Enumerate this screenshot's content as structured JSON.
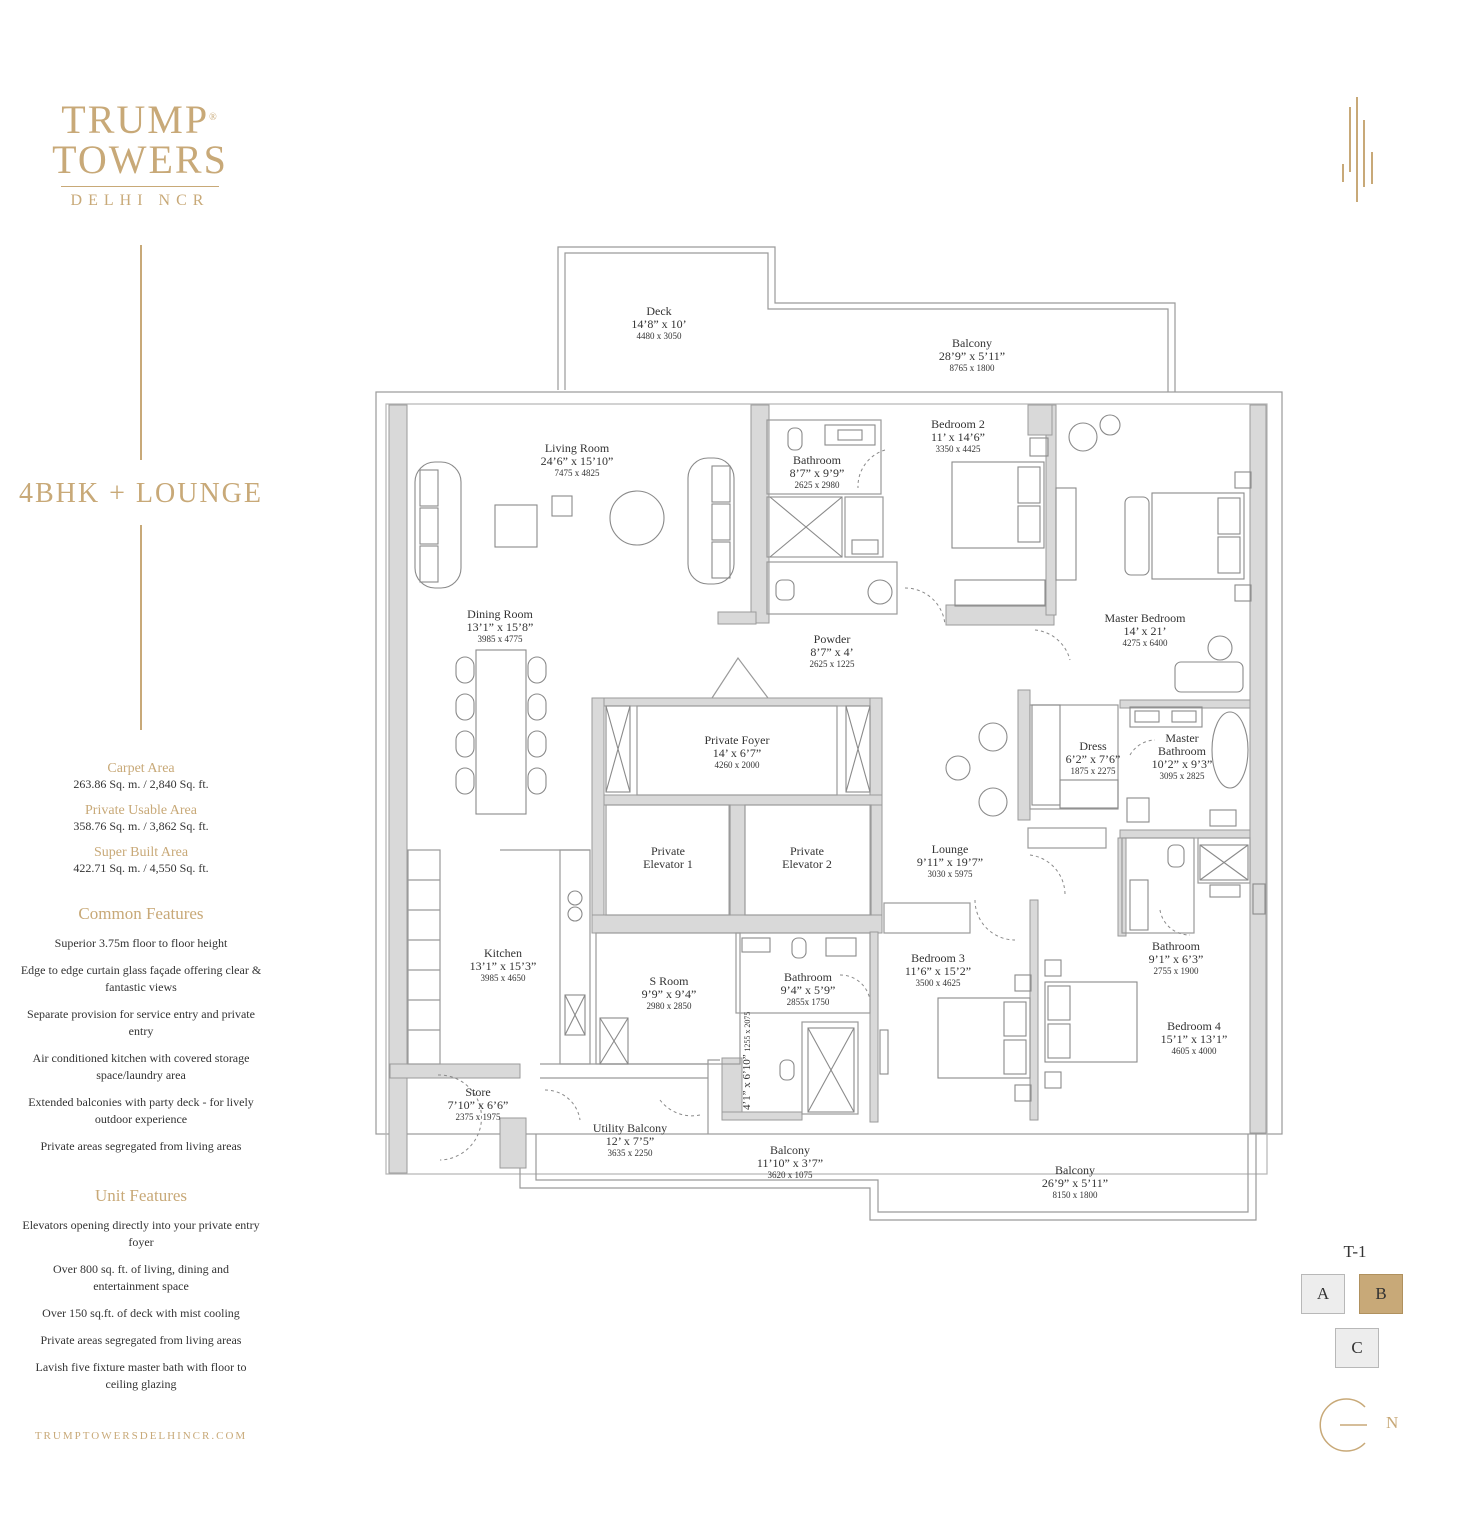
{
  "brand": {
    "line1": "TRUMP",
    "reg": "®",
    "line2": "TOWERS",
    "line3": "DELHI NCR"
  },
  "unit_type": "4BHK + LOUNGE",
  "areas": [
    {
      "label": "Carpet Area",
      "value": "263.86 Sq. m. / 2,840 Sq. ft."
    },
    {
      "label": "Private Usable Area",
      "value": "358.76 Sq. m. / 3,862 Sq. ft."
    },
    {
      "label": "Super Built Area",
      "value": "422.71 Sq. m. / 4,550 Sq. ft."
    }
  ],
  "common_features": {
    "title": "Common Features",
    "items": [
      "Superior 3.75m floor to floor height",
      "Edge to edge curtain glass façade offering clear & fantastic views",
      "Separate provision for service entry and private entry",
      "Air conditioned kitchen with covered storage space/laundry area",
      "Extended balconies with party deck - for lively outdoor experience",
      "Private areas segregated from living areas"
    ]
  },
  "unit_features": {
    "title": "Unit Features",
    "items": [
      "Elevators opening directly into your private entry foyer",
      "Over 800 sq. ft. of living, dining and entertainment space",
      "Over 150 sq.ft. of deck with mist cooling",
      "Private areas segregated from living areas",
      "Lavish five fixture master bath with floor to ceiling glazing"
    ]
  },
  "website": "TRUMPTOWERSDELHINCR.COM",
  "rooms": {
    "deck": {
      "name": "Deck",
      "dim": "14’8” x 10’",
      "mm": "4480 x 3050"
    },
    "balcony_top": {
      "name": "Balcony",
      "dim": "28’9” x 5’11”",
      "mm": "8765 x 1800"
    },
    "living": {
      "name": "Living Room",
      "dim": "24’6” x 15’10”",
      "mm": "7475 x 4825"
    },
    "bathroom_1": {
      "name": "Bathroom",
      "dim": "8’7” x 9’9”",
      "mm": "2625 x 2980"
    },
    "bedroom_2": {
      "name": "Bedroom 2",
      "dim": "11’ x 14’6”",
      "mm": "3350 x 4425"
    },
    "dining": {
      "name": "Dining Room",
      "dim": "13’1” x 15’8”",
      "mm": "3985 x 4775"
    },
    "powder": {
      "name": "Powder",
      "dim": "8’7” x 4’",
      "mm": "2625 x 1225"
    },
    "master_bedroom": {
      "name": "Master Bedroom",
      "dim": "14’ x 21’",
      "mm": "4275 x 6400"
    },
    "foyer": {
      "name": "Private Foyer",
      "dim": "14’ x 6’7”",
      "mm": "4260 x 2000"
    },
    "dress": {
      "name": "Dress",
      "dim": "6’2” x 7’6”",
      "mm": "1875 x 2275"
    },
    "master_bath": {
      "name1": "Master",
      "name2": "Bathroom",
      "dim": "10’2” x 9’3”",
      "mm": "3095 x 2825"
    },
    "elevator_1": {
      "name1": "Private",
      "name2": "Elevator 1"
    },
    "elevator_2": {
      "name1": "Private",
      "name2": "Elevator 2"
    },
    "lounge": {
      "name": "Lounge",
      "dim": "9’11” x 19’7”",
      "mm": "3030 x 5975"
    },
    "bathroom_3": {
      "name": "Bathroom",
      "dim": "9’1” x 6’3”",
      "mm": "2755 x 1900"
    },
    "kitchen": {
      "name": "Kitchen",
      "dim": "13’1” x 15’3”",
      "mm": "3985 x 4650"
    },
    "s_room": {
      "name": "S Room",
      "dim": "9’9” x 9’4”",
      "mm": "2980 x 2850"
    },
    "bathroom_2": {
      "name": "Bathroom",
      "dim": "9’4” x 5’9”",
      "mm": "2855x 1750"
    },
    "bedroom_3": {
      "name": "Bedroom 3",
      "dim": "11’6” x 15’2”",
      "mm": "3500 x 4625"
    },
    "bedroom_4": {
      "name": "Bedroom 4",
      "dim": "15’1” x 13’1”",
      "mm": "4605 x 4000"
    },
    "wc": {
      "dim": "4’1” x 6’10”",
      "mm": "1255 x 2075"
    },
    "store": {
      "name": "Store",
      "dim": "7’10” x 6’6”",
      "mm": "2375 x 1975"
    },
    "utility": {
      "name": "Utility Balcony",
      "dim": "12’ x 7’5”",
      "mm": "3635 x 2250"
    },
    "balcony_mid": {
      "name": "Balcony",
      "dim": "11’10” x 3’7”",
      "mm": "3620 x 1075"
    },
    "balcony_right": {
      "name": "Balcony",
      "dim": "26’9” x 5’11”",
      "mm": "8150 x 1800"
    }
  },
  "key_plan": {
    "tower": "T-1",
    "units": [
      "A",
      "B",
      "C"
    ],
    "active_unit": "B"
  },
  "north": "N",
  "colors": {
    "gold": "#c8a978",
    "wall": "#d9d9d9",
    "line": "#9a9a9a"
  },
  "icons": [
    "tower-logo-icon",
    "north-arrow-icon"
  ]
}
